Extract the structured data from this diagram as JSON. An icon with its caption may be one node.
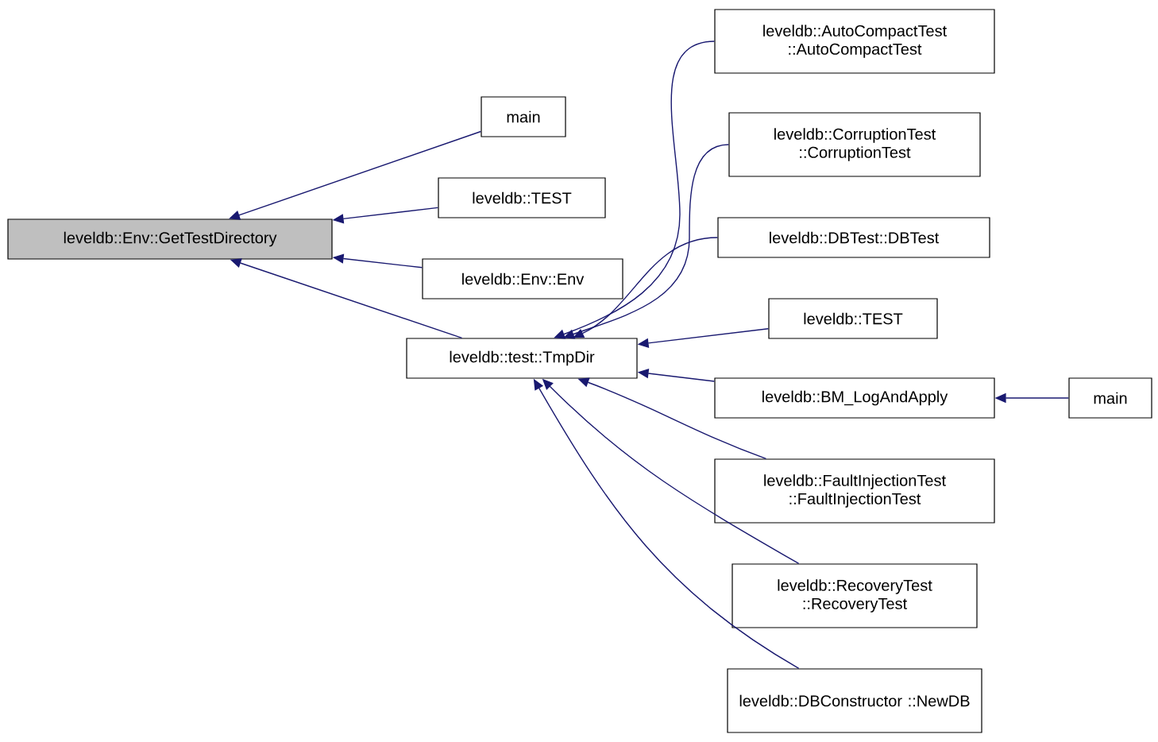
{
  "diagram": {
    "nodes": [
      {
        "text": [
          "leveldb::Env::GetTestDirectory"
        ]
      },
      {
        "text": [
          "main"
        ]
      },
      {
        "text": [
          "leveldb::TEST"
        ]
      },
      {
        "text": [
          "leveldb::Env::Env"
        ]
      },
      {
        "text": [
          "leveldb::test::TmpDir"
        ]
      },
      {
        "text": [
          "leveldb::AutoCompactTest ::AutoCompactTest"
        ]
      },
      {
        "text": [
          "leveldb::CorruptionTest ::CorruptionTest"
        ]
      },
      {
        "text": [
          "leveldb::DBTest::DBTest"
        ]
      },
      {
        "text": [
          "leveldb::TEST"
        ]
      },
      {
        "text": [
          "leveldb::BM_LogAndApply"
        ]
      },
      {
        "text": [
          "main"
        ]
      },
      {
        "text": [
          "leveldb::FaultInjectionTest ::FaultInjectionTest"
        ]
      },
      {
        "text": [
          "leveldb::RecoveryTest ::RecoveryTest"
        ]
      },
      {
        "text": [
          "leveldb::DBConstructor ::NewDB"
        ]
      }
    ],
    "edges": [
      {
        "from": 1,
        "to": 0,
        "arrow": "to"
      },
      {
        "from": 2,
        "to": 0,
        "arrow": "to"
      },
      {
        "from": 3,
        "to": 0,
        "arrow": "to"
      },
      {
        "from": 4,
        "to": 0,
        "arrow": "to"
      },
      {
        "from": 5,
        "to": 4,
        "arrow": "to"
      },
      {
        "from": 6,
        "to": 4,
        "arrow": "to"
      },
      {
        "from": 7,
        "to": 4,
        "arrow": "to"
      },
      {
        "from": 8,
        "to": 4,
        "arrow": "to"
      },
      {
        "from": 9,
        "to": 4,
        "arrow": "to"
      },
      {
        "from": 11,
        "to": 4,
        "arrow": "to"
      },
      {
        "from": 12,
        "to": 4,
        "arrow": "to"
      },
      {
        "from": 13,
        "to": 4,
        "arrow": "to"
      },
      {
        "from": 10,
        "to": 9,
        "arrow": "to"
      }
    ]
  }
}
